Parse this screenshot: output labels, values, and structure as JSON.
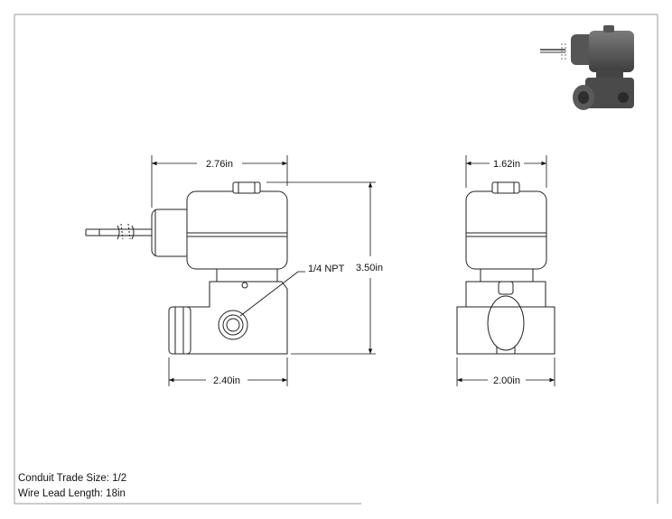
{
  "dimensions": {
    "front_width_top": "2.76in",
    "front_width_bottom": "2.40in",
    "height": "3.50in",
    "side_width_top": "1.62in",
    "side_width_bottom": "2.00in",
    "port_label": "1/4 NPT"
  },
  "notes": {
    "conduit": "Conduit Trade Size: 1/2",
    "wire_lead": "Wire Lead Length: 18in"
  }
}
